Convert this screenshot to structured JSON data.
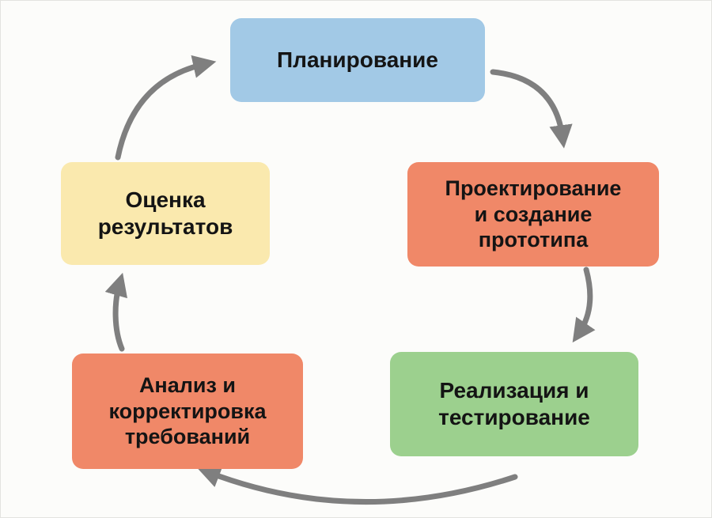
{
  "diagram": {
    "type": "cycle",
    "background": "#FCFCFA",
    "arrow_color": "#7F7F7F",
    "text_color": "#141414",
    "nodes": [
      {
        "id": "planning",
        "label": "Планирование",
        "color": "#A2C9E6"
      },
      {
        "id": "design",
        "label": "Проектирование\nи создание\nпрототипа",
        "color": "#F08868"
      },
      {
        "id": "implementation",
        "label": "Реализация и\nтестирование",
        "color": "#9CD08E"
      },
      {
        "id": "analysis",
        "label": "Анализ и\nкорректировка\nтребований",
        "color": "#F08868"
      },
      {
        "id": "evaluation",
        "label": "Оценка\nрезультатов",
        "color": "#FAE9AE"
      }
    ],
    "edges": [
      {
        "from": "evaluation",
        "to": "planning"
      },
      {
        "from": "planning",
        "to": "design"
      },
      {
        "from": "design",
        "to": "implementation"
      },
      {
        "from": "implementation",
        "to": "analysis"
      },
      {
        "from": "analysis",
        "to": "evaluation"
      }
    ]
  }
}
